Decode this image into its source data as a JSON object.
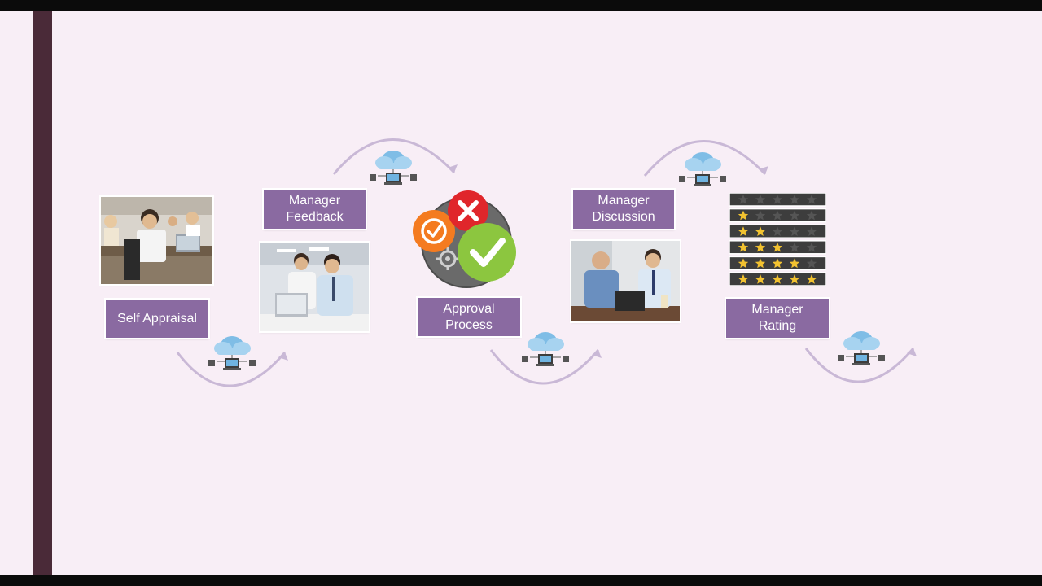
{
  "steps": {
    "self_appraisal": {
      "label": "Self Appraisal"
    },
    "manager_feedback": {
      "line1": "Manager",
      "line2": "Feedback"
    },
    "approval_process": {
      "line1": "Approval",
      "line2": "Process"
    },
    "manager_discussion": {
      "line1": "Manager",
      "line2": "Discussion"
    },
    "manager_rating": {
      "line1": "Manager",
      "line2": "Rating"
    }
  },
  "rating_rows": [
    0,
    1,
    2,
    3,
    4,
    5
  ],
  "colors": {
    "background": "#f8eef6",
    "label_fill": "#8a6aa1",
    "arc": "#c9b8d6",
    "stripe": "#4a2a38",
    "star": "#f2c230",
    "approve": "#8cc63f",
    "reject": "#e0262b",
    "pending": "#f47b20"
  },
  "icons": [
    "cloud-network-icon",
    "check-icon",
    "close-icon",
    "clock-check-icon",
    "gear-icon",
    "star-icon"
  ]
}
